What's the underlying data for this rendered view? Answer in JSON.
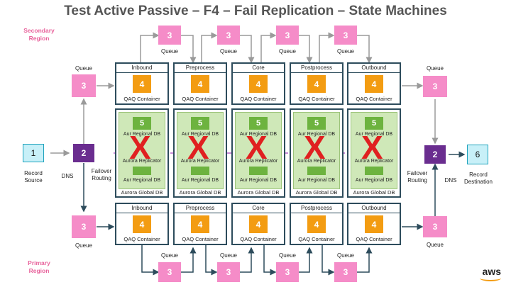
{
  "title": "Test Active Passive – F4 – Fail Replication – State Machines",
  "regions": {
    "secondary": "Secondary Region",
    "primary": "Primary Region"
  },
  "record_source": {
    "number": "1",
    "label": "Record Source"
  },
  "record_destination": {
    "number": "6",
    "label": "Record Destination"
  },
  "dns_left": {
    "number": "2",
    "label": "DNS",
    "routing": "Failover Routing"
  },
  "dns_right": {
    "number": "2",
    "label": "DNS",
    "routing": "Failover Routing"
  },
  "queue": {
    "number": "3",
    "label": "Queue"
  },
  "container": {
    "number": "4",
    "label": "QAQ Container"
  },
  "database": {
    "number": "5",
    "regional_label": "Aur Regional DB",
    "replicator_label": "Aurora Replicator",
    "global_label": "Aurora Global DB",
    "failure_mark": "X"
  },
  "stages": [
    "Inbound",
    "Preprocess",
    "Core",
    "Postprocess",
    "Outbound"
  ],
  "logo": "aws",
  "colors": {
    "queue": "#f58cc8",
    "container": "#f39c12",
    "db": "#6db33f",
    "dns": "#6a2d8f",
    "endpoint": "#c8f0f8",
    "failure": "#e02020"
  }
}
